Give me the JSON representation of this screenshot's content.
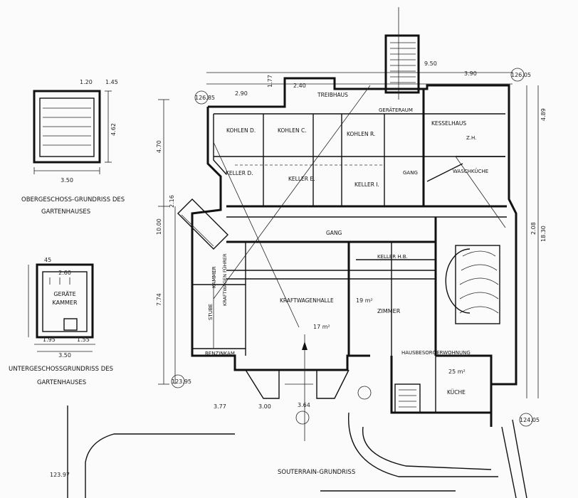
{
  "plans": {
    "upper_floor": {
      "title_line1": "OBERGESCHOSS-GRUNDRISS DES",
      "title_line2": "GARTENHAUSES",
      "dim_width": "3.50",
      "dim_height": "4.62",
      "dim_a": "1.45",
      "dim_b": "1.20"
    },
    "lower_floor": {
      "title_line1": "UNTERGESCHOSSGRUNDRISS DES",
      "title_line2": "GARTENHAUSES",
      "room_label1": "GERÄTE",
      "room_label2": "KAMMER",
      "dim_width": "3.50",
      "dim_inner": "2.60",
      "dim_a": "1.95",
      "dim_b": "1.55",
      "dim_top": "45"
    },
    "souterrain": {
      "title": "SOUTERRAIN-GRUNDRISS",
      "rooms": {
        "treibhaus": "TREIBHAUS",
        "geraeteraum": "GERÄTERAUM",
        "kesselhaus": "KESSELHAUS",
        "kohlen_d": "KOHLEN D.",
        "kohlen_c": "KOHLEN C.",
        "kohlen_r": "KOHLEN R.",
        "keller_d": "KELLER D.",
        "keller_e": "KELLER E.",
        "keller_i": "KELLER I.",
        "gang_small": "GANG",
        "waschkueche": "WASCHKÜCHE",
        "gang": "GANG",
        "keller_hb": "KELLER H.B.",
        "kraftwagenhalle": "KRAFTWAGENHALLE",
        "zimmer": "ZIMMER",
        "kammer": "KAMMER",
        "stube": "STUBE",
        "kraftwagenfuehrer": "KRAFTWAGEN FÜHRER",
        "benzinkammer": "BENZINKAM.",
        "hausbesorgerwohnung": "HAUSBESORGERWOHNUNG",
        "kueche": "KÜCHE",
        "zh": "Z.H."
      },
      "dimensions": {
        "top_950": "9.50",
        "top_390": "3.90",
        "top_240": "2.40",
        "top_177": "1.77",
        "top_290": "2.90",
        "left_470": "4.70",
        "left_1000": "10.00",
        "left_774": "7.74",
        "left_216": "2.16",
        "right_489": "4.89",
        "right_1830": "18.30",
        "right_208": "2.08",
        "bot_377": "3.77",
        "bot_300": "3.00",
        "bot_364": "3.64",
        "level_1": "126.85",
        "level_2": "126.05",
        "level_3": "123.95",
        "level_4": "124.05",
        "level_5": "123.97",
        "area_zimmer": "19 m²",
        "area_kueche": "25 m²",
        "area_1": "17 m²"
      }
    }
  },
  "colors": {
    "ink": "#111111",
    "paper": "#fbfbfb"
  }
}
